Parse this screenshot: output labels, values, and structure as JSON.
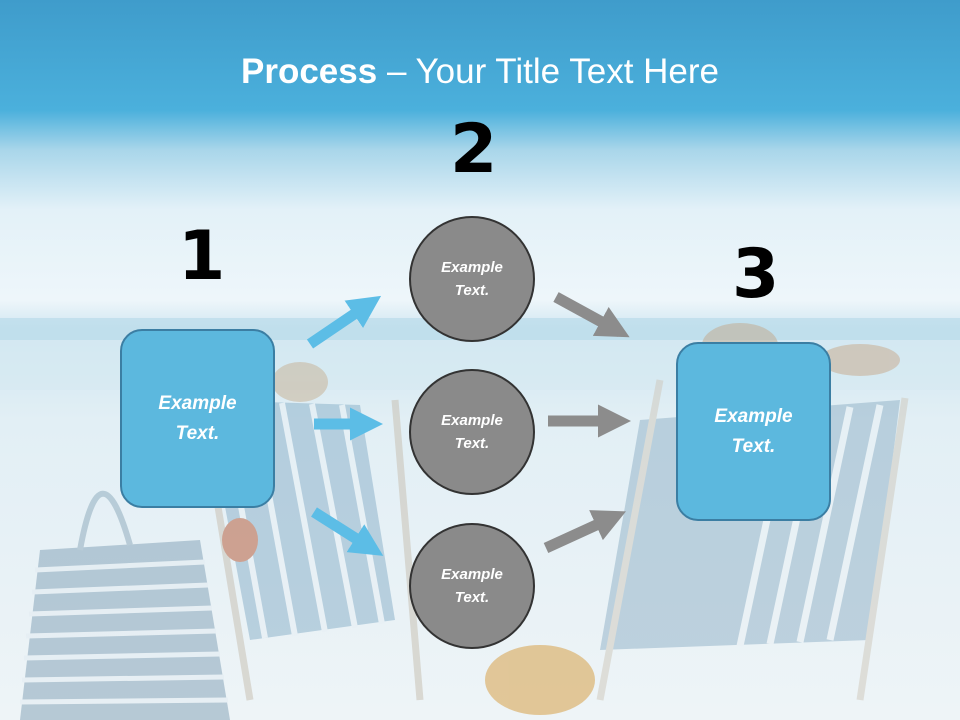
{
  "title": {
    "bold": "Process",
    "rest": " – Your Title Text Here"
  },
  "steps": [
    {
      "number": "1",
      "text_line1": "Example",
      "text_line2": "Text."
    },
    {
      "number": "2"
    },
    {
      "number": "3",
      "text_line1": "Example",
      "text_line2": "Text."
    }
  ],
  "circles": [
    {
      "text_line1": "Example",
      "text_line2": "Text."
    },
    {
      "text_line1": "Example",
      "text_line2": "Text."
    },
    {
      "text_line1": "Example",
      "text_line2": "Text."
    }
  ],
  "colors": {
    "box_fill": "#5cb8de",
    "box_border": "#3b7ea3",
    "circle_fill": "#8a8a8a",
    "blue_arrow": "#5cbde6",
    "gray_arrow": "#8c8c8c"
  }
}
